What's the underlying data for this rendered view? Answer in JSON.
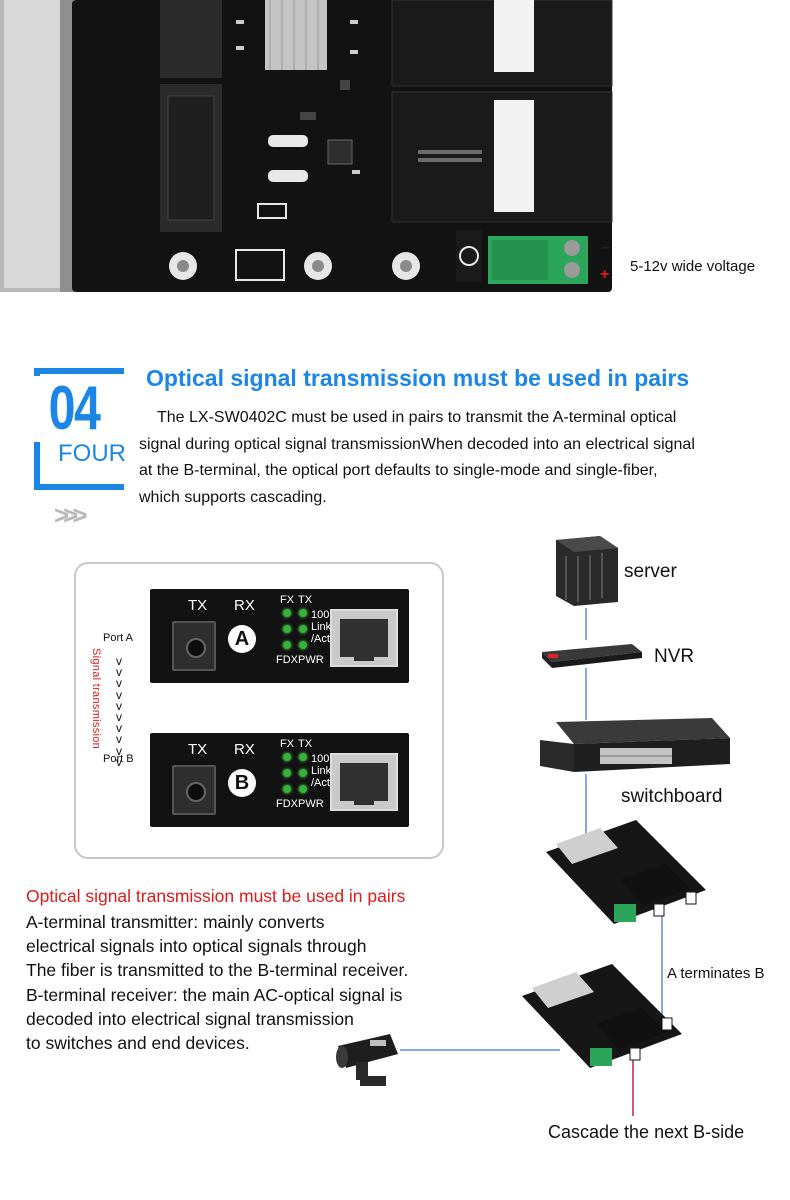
{
  "hero": {
    "voltage_label": "5-12v wide voltage",
    "minus_sign": "−",
    "plus_sign": "+"
  },
  "section": {
    "number": "04",
    "number_word": "FOUR",
    "chevrons": ">>>",
    "title": "Optical signal transmission must be used in pairs",
    "body": [
      "The LX-SW0402C must be used in pairs to transmit the A-terminal optical",
      "signal during optical signal transmissionWhen decoded into an electrical signal",
      "at the B-terminal, the optical port defaults to single-mode and single-fiber,",
      "which supports cascading."
    ]
  },
  "converters": {
    "tx_label": "TX",
    "rx_label": "RX",
    "led_labels": {
      "fx": "FX",
      "tx": "TX",
      "speed": "100",
      "link": "Link",
      "act": "/Act",
      "fdx": "FDX",
      "pwr": "PWR"
    },
    "port_a": {
      "side_label": "Port A",
      "badge": "A"
    },
    "port_b": {
      "side_label": "Port B",
      "badge": "B"
    },
    "signal_label": "Signal transmission",
    "arrows": "v v v v v v v v v v"
  },
  "network": {
    "server_label": "server",
    "nvr_label": "NVR",
    "switch_label": "switchboard",
    "a_terminates_b": "A terminates B",
    "cascade_label": "Cascade the next B-side"
  },
  "explanation": {
    "title": "Optical signal transmission must be used in pairs",
    "lines": [
      "A-terminal transmitter: mainly converts",
      "electrical signals into optical signals through",
      "The fiber is transmitted to the B-terminal receiver.",
      "B-terminal receiver: the main AC-optical signal is",
      "decoded into electrical signal transmission",
      "to switches and end devices."
    ]
  },
  "colors": {
    "accent_blue": "#1c86e6",
    "accent_red": "#e01a1a",
    "led_green": "#35b33a",
    "pcb_black": "#111111",
    "terminal_green": "#2aa55a"
  }
}
